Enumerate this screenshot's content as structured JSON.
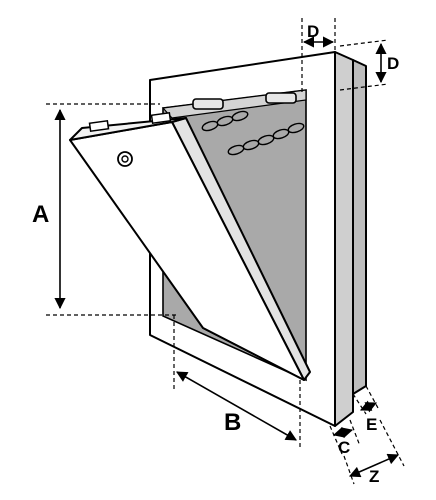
{
  "diagram": {
    "labels": {
      "A": "A",
      "B": "B",
      "C": "C",
      "D_top": "D",
      "D_side": "D",
      "E": "E",
      "Z": "Z"
    },
    "colors": {
      "frame_face": "#ffffff",
      "frame_side": "#d9d9d9",
      "inner_cavity": "#a9a9a9",
      "wall_edge": "#cfcfcf",
      "outline": "#000000"
    },
    "icons": {
      "lock": "lock-icon",
      "chain": "chain-icon",
      "hinge": "hinge-icon"
    }
  }
}
